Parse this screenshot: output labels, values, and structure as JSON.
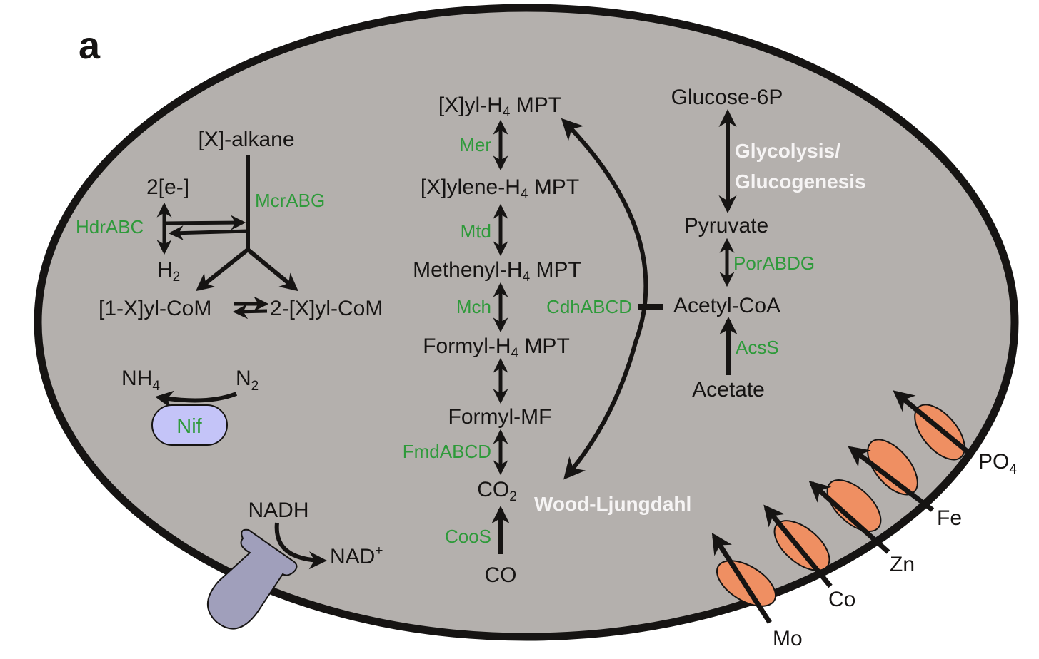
{
  "panel_label": "a",
  "colors": {
    "cell_fill": "#b4b0ad",
    "membrane": "#161413",
    "enzyme_text": "#2e9a3a",
    "pathway_text": "#f6f4f4",
    "transporter_fill": "#ef8f62",
    "nif_fill": "#c4c4f8",
    "nadh_enzyme_fill": "#a09fbb"
  },
  "alkane_module": {
    "substrate": "[X]-alkane",
    "enzyme": "McrABG",
    "electron_label": "2[e-]",
    "h2_label": "H",
    "h2_sub": "2",
    "hdr_enzyme": "HdrABC",
    "product_1": "[1-X]yl-CoM",
    "product_2": "2-[X]yl-CoM"
  },
  "nitrogen_module": {
    "substrate": "N",
    "substrate_sub": "2",
    "product": "NH",
    "product_sub": "4",
    "enzyme": "Nif"
  },
  "nadh_module": {
    "substrate": "NADH",
    "product": "NAD",
    "product_sup": "+"
  },
  "wood_ljungdahl": {
    "pathway_label": "Wood-Ljungdahl",
    "connector_enzyme": "CdhABCD",
    "steps": [
      {
        "label": "[X]yl-H",
        "sub": "4",
        "suffix": " MPT"
      },
      {
        "label": "[X]ylene-H",
        "sub": "4",
        "suffix": " MPT"
      },
      {
        "label": "Methenyl-H",
        "sub": "4",
        "suffix": " MPT"
      },
      {
        "label": "Formyl-H",
        "sub": "4",
        "suffix": " MPT"
      },
      {
        "label": "Formyl-MF",
        "sub": "",
        "suffix": ""
      },
      {
        "label": "CO",
        "sub": "2",
        "suffix": ""
      },
      {
        "label": "CO",
        "sub": "",
        "suffix": ""
      }
    ],
    "enzymes": [
      "Mer",
      "Mtd",
      "Mch",
      "",
      "FmdABCD",
      "CooS"
    ]
  },
  "glycolysis_module": {
    "pathway_label_line1": "Glycolysis/",
    "pathway_label_line2": "Glucogenesis",
    "glucose": "Glucose-6P",
    "pyruvate": "Pyruvate",
    "pyruvate_enzyme": "PorABDG",
    "acetyl_coa": "Acetyl-CoA",
    "acetate_enzyme": "AcsS",
    "acetate": "Acetate"
  },
  "transporters": [
    {
      "ion": "Mo",
      "sub": ""
    },
    {
      "ion": "Co",
      "sub": ""
    },
    {
      "ion": "Zn",
      "sub": ""
    },
    {
      "ion": "Fe",
      "sub": ""
    },
    {
      "ion": "PO",
      "sub": "4"
    }
  ]
}
